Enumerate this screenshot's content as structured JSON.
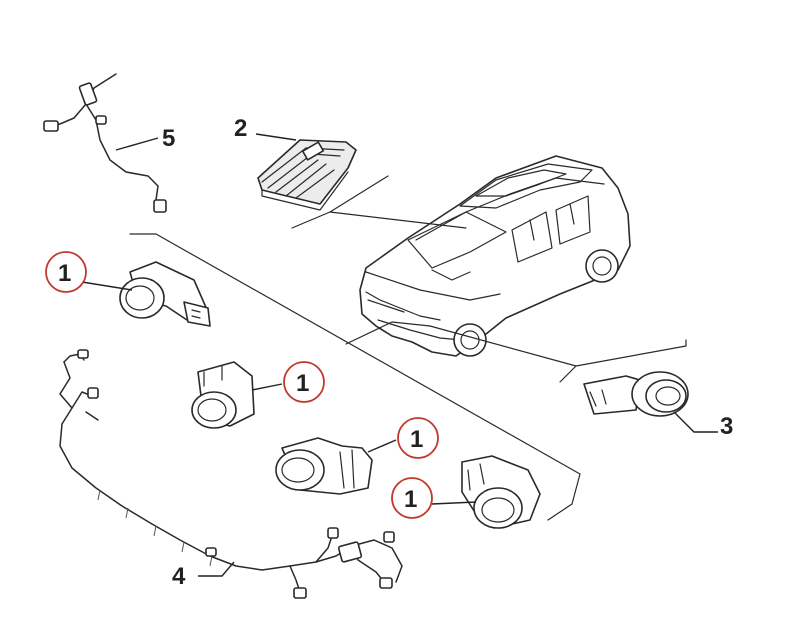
{
  "callouts": [
    {
      "id": "sensor-a",
      "label": "1",
      "highlighted": true
    },
    {
      "id": "sensor-b",
      "label": "1",
      "highlighted": true
    },
    {
      "id": "sensor-c",
      "label": "1",
      "highlighted": true
    },
    {
      "id": "sensor-d",
      "label": "1",
      "highlighted": true
    },
    {
      "id": "control-module",
      "label": "2",
      "highlighted": false
    },
    {
      "id": "rear-sensor",
      "label": "3",
      "highlighted": false
    },
    {
      "id": "bumper-harness",
      "label": "4",
      "highlighted": false
    },
    {
      "id": "jumper-harness",
      "label": "5",
      "highlighted": false
    }
  ],
  "colors": {
    "highlight_circle": "#c0392b",
    "line_art": "#2a2a2a",
    "background": "#ffffff"
  }
}
